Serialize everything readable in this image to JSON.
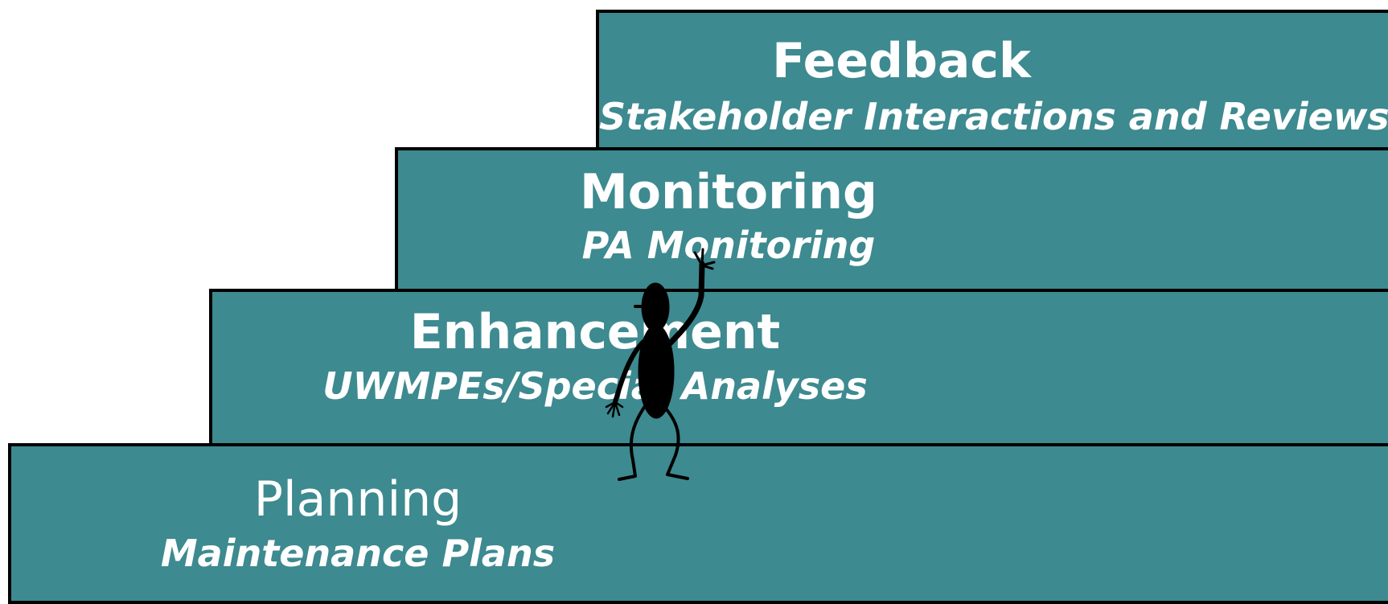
{
  "steps": {
    "feedback": {
      "title": "Feedback",
      "subtitle": "Stakeholder Interactions and Reviews"
    },
    "monitoring": {
      "title": "Monitoring",
      "subtitle": "PA Monitoring"
    },
    "enhancement": {
      "title": "Enhancement",
      "subtitle": "UWMPEs/Special Analyses"
    },
    "planning": {
      "title": "Planning",
      "subtitle": "Maintenance Plans"
    }
  },
  "figure": {
    "icon": "stick-figure-climber-icon"
  },
  "colors": {
    "step_fill": "#3d8a90",
    "step_border": "#000000",
    "text": "#ffffff",
    "figure": "#000000"
  }
}
